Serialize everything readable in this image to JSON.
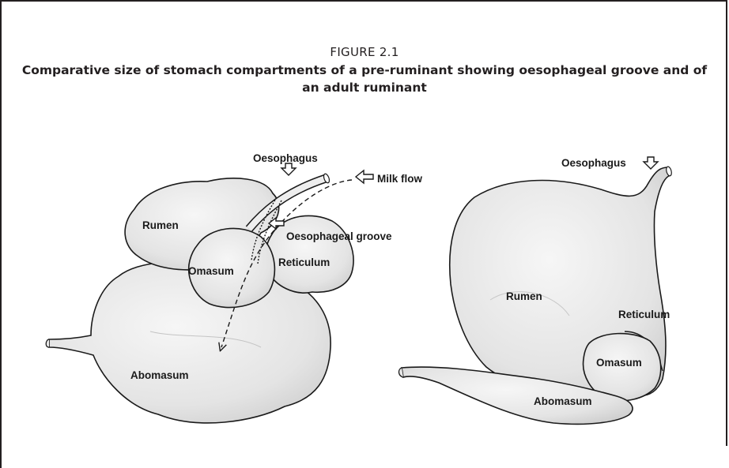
{
  "figure": {
    "number": "FIGURE 2.1",
    "title": "Comparative size of stomach compartments of a pre-ruminant showing oesophageal groove and of an adult ruminant"
  },
  "pre_ruminant": {
    "labels": {
      "oesophagus": "Oesophagus",
      "milk_flow": "Milk flow",
      "rumen": "Rumen",
      "oesophageal_groove": "Oesophageal groove",
      "omasum": "Omasum",
      "reticulum": "Reticulum",
      "abomasum": "Abomasum"
    }
  },
  "adult_ruminant": {
    "labels": {
      "oesophagus": "Oesophagus",
      "rumen": "Rumen",
      "reticulum": "Reticulum",
      "omasum": "Omasum",
      "abomasum": "Abomasum"
    }
  },
  "colors": {
    "organ_fill": "#ececec",
    "organ_shade": "#d4d4d4",
    "outline": "#1a1a1a",
    "frame": "#231f20"
  }
}
